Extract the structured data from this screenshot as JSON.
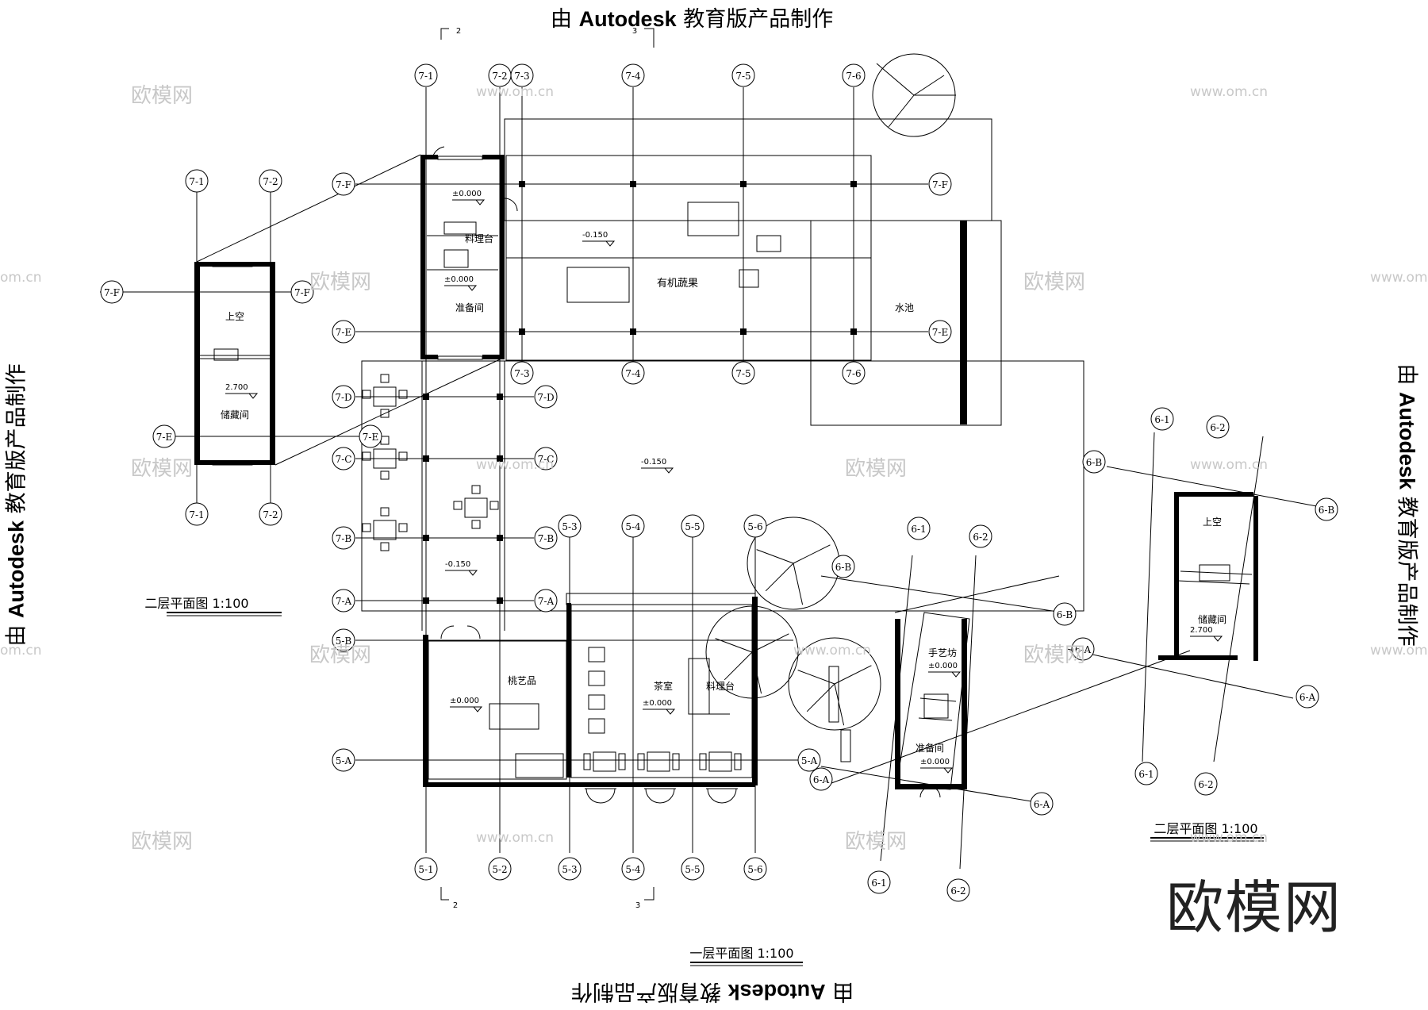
{
  "edu_stamp": {
    "prefix": "由",
    "brand": "Autodesk",
    "suffix": "教育版产品制作"
  },
  "watermarks": {
    "cn": "欧模网",
    "url": "www.om.cn",
    "url_short": "om.cn"
  },
  "big_logo": "欧模网",
  "section_marks": {
    "a": "2",
    "b": "3"
  },
  "titles": {
    "ground_floor": "一层平面图 1:100",
    "second_floor": "二层平面图 1:100"
  },
  "rooms": {
    "cooking_counter": "料理台",
    "prep_room": "准备间",
    "organic_veg": "有机蔬果",
    "pond": "水池",
    "void": "上空",
    "storage": "储藏间",
    "crafts": "桃艺品",
    "tea_room": "茶室",
    "handcraft": "手艺坊"
  },
  "levels": {
    "zero": "±0.000",
    "minus": "-0.150",
    "upper": "2.700"
  },
  "axes": {
    "g7_cols": [
      "7-1",
      "7-2",
      "7-3",
      "7-4",
      "7-5",
      "7-6"
    ],
    "g7_rows": [
      "7-F",
      "7-E",
      "7-D",
      "7-C",
      "7-B",
      "7-A"
    ],
    "g5_cols": [
      "5-1",
      "5-2",
      "5-3",
      "5-4",
      "5-5",
      "5-6"
    ],
    "g5_rows": [
      "5-B",
      "5-A"
    ],
    "g6_cols": [
      "6-1",
      "6-2"
    ],
    "g6_rows": [
      "6-B",
      "6-A"
    ]
  }
}
